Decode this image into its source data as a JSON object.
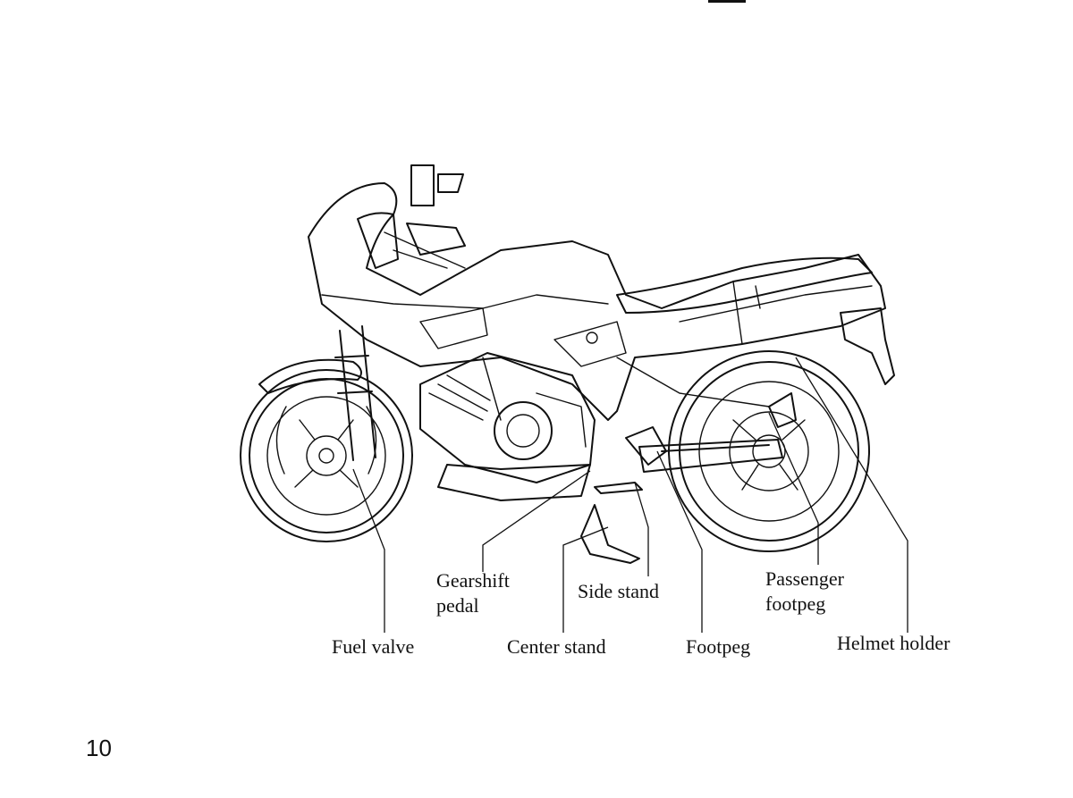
{
  "page_number": "10",
  "labels": {
    "fuel_valve": "Fuel valve",
    "gearshift_pedal_1": "Gearshift",
    "gearshift_pedal_2": "pedal",
    "center_stand": "Center stand",
    "side_stand": "Side stand",
    "footpeg": "Footpeg",
    "passenger_footpeg_1": "Passenger",
    "passenger_footpeg_2": "footpeg",
    "helmet_holder": "Helmet holder"
  },
  "colors": {
    "ink": "#111111",
    "paper": "#ffffff"
  }
}
